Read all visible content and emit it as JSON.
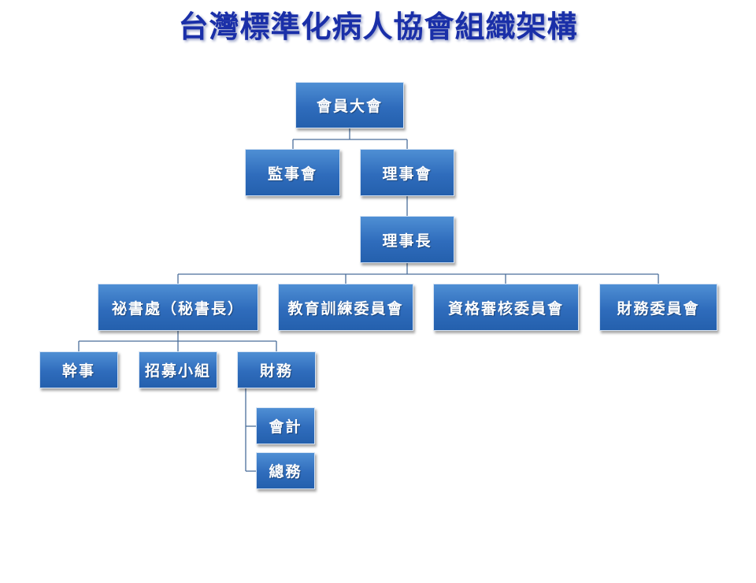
{
  "title": "台灣標準化病人協會組織架構",
  "colors": {
    "title": "#1a2fa8",
    "box": "#2f6cbc",
    "box_text": "#ffffff",
    "connector": "#4a6e9a"
  },
  "nodes": {
    "general_assembly": "會員大會",
    "supervisors": "監事會",
    "directors": "理事會",
    "chairman": "理事長",
    "secretariat": "祕書處（秘書長）",
    "education_committee": "教育訓練委員會",
    "qualification_committee": "資格審核委員會",
    "finance_committee": "財務委員會",
    "staff": "幹事",
    "recruit_team": "招募小組",
    "finance": "財務",
    "accounting": "會計",
    "general_affairs": "總務"
  }
}
